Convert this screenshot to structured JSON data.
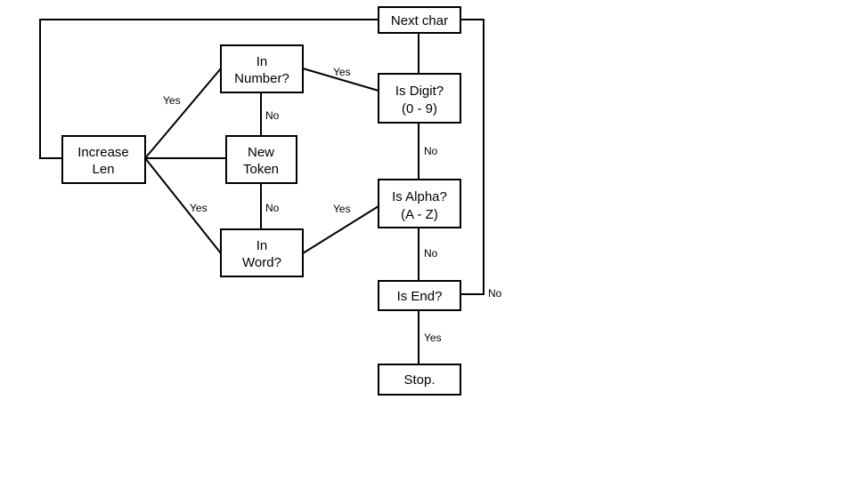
{
  "nodes": {
    "next_char": {
      "lines": [
        "Next char"
      ]
    },
    "in_number": {
      "lines": [
        "In",
        "Number?"
      ]
    },
    "is_digit": {
      "lines": [
        "Is Digit?",
        "(0 - 9)"
      ]
    },
    "increase_len": {
      "lines": [
        "Increase",
        "Len"
      ]
    },
    "new_token": {
      "lines": [
        "New",
        "Token"
      ]
    },
    "is_alpha": {
      "lines": [
        "Is Alpha?",
        "(A - Z)"
      ]
    },
    "in_word": {
      "lines": [
        "In",
        "Word?"
      ]
    },
    "is_end": {
      "lines": [
        "Is End?"
      ]
    },
    "stop": {
      "lines": [
        "Stop."
      ]
    }
  },
  "edge_labels": {
    "in_number_yes": "Yes",
    "in_number_no": "No",
    "digit_yes": "Yes",
    "digit_no": "No",
    "in_word_yes": "Yes",
    "in_word_no": "No",
    "alpha_yes": "Yes",
    "alpha_no": "No",
    "end_no": "No",
    "end_yes": "Yes"
  }
}
